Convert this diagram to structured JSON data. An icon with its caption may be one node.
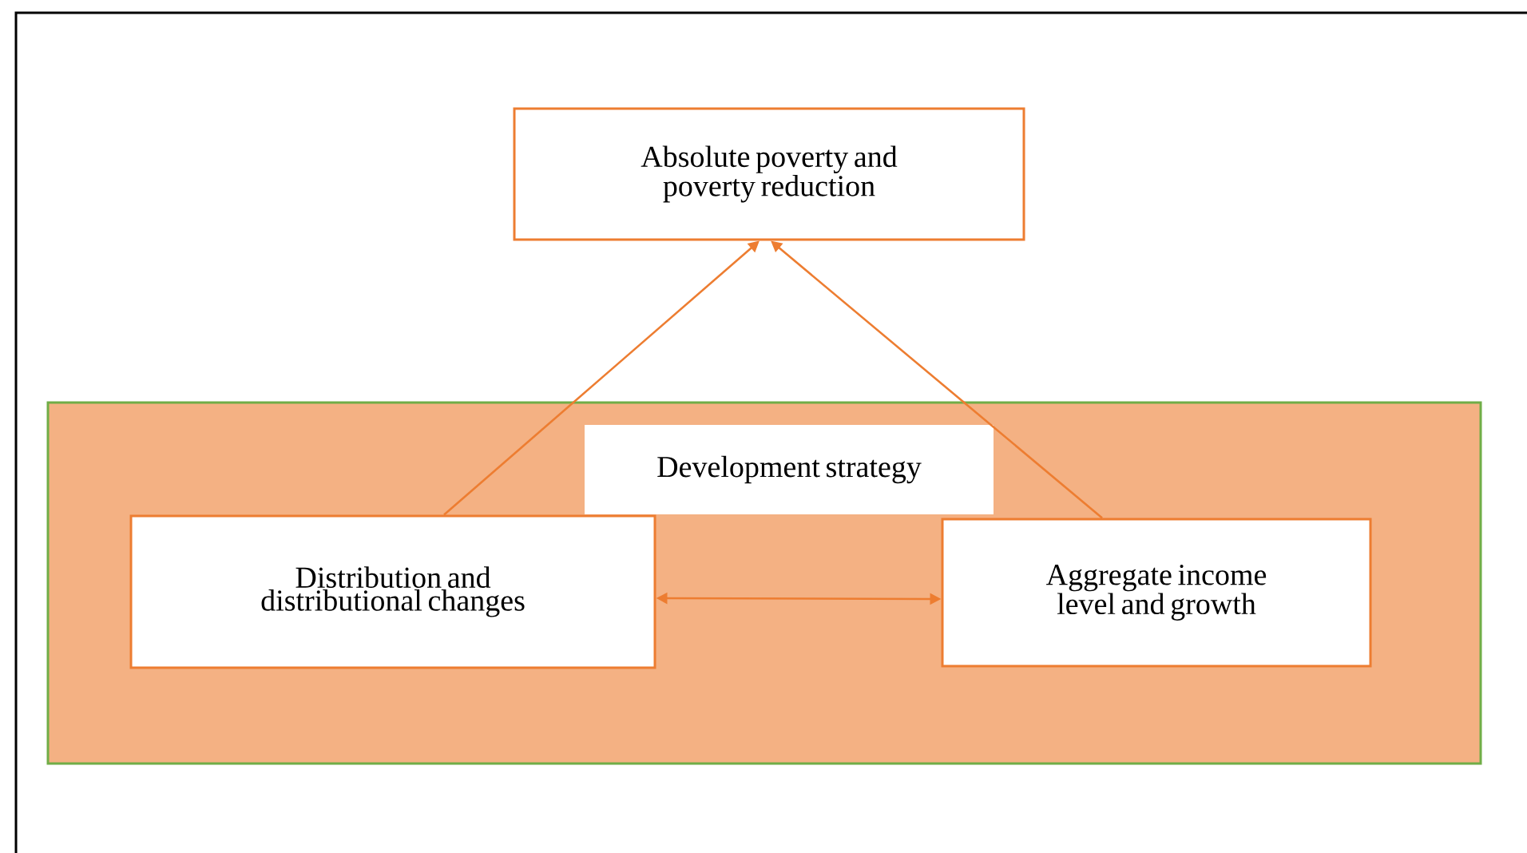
{
  "diagram": {
    "nodes": [
      {
        "text": [
          "Absolute poverty and poverty reduction"
        ]
      },
      {
        "text": [
          "Development strategy"
        ]
      },
      {
        "text": [
          "Distribution and distributional changes"
        ],
        "in": 1
      },
      {
        "text": [
          "Aggregate income level and growth"
        ],
        "in": 1
      }
    ],
    "edges": [
      {
        "from": 2,
        "to": 0,
        "arrow": "to"
      },
      {
        "from": 3,
        "to": 0,
        "arrow": "to"
      },
      {
        "from": 2,
        "to": 3,
        "arrow": "both"
      }
    ]
  }
}
